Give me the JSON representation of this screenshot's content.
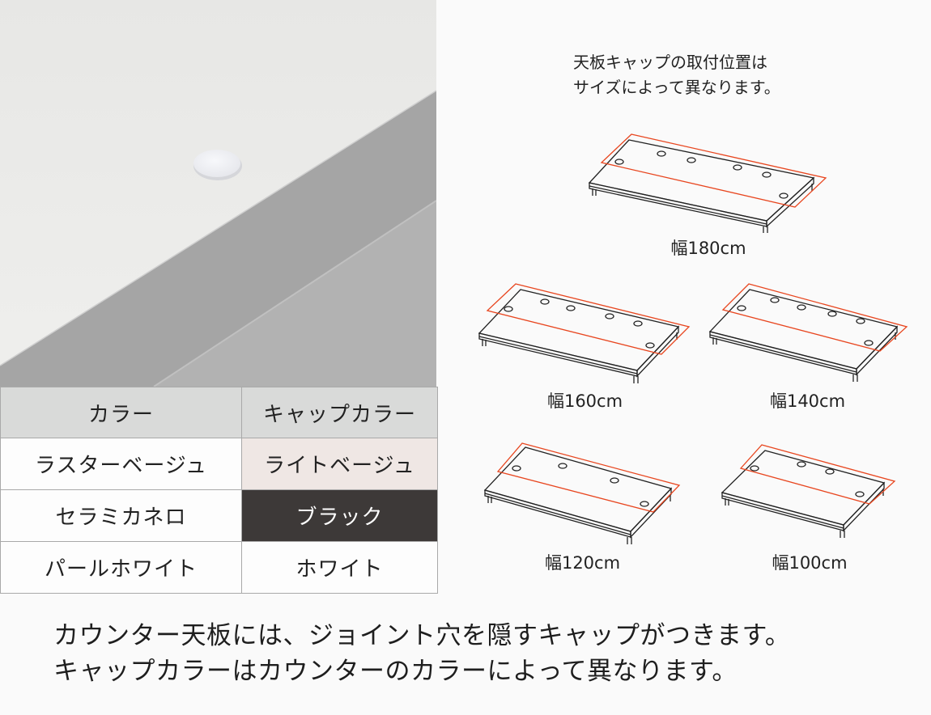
{
  "photo": {
    "alt": "天板キャップのクローズアップ写真",
    "colors": {
      "top": "#e9e9e7",
      "edge": "#a4a4a4",
      "lower": "#b5b5b5",
      "cap": "#f3f4f8"
    }
  },
  "color_table": {
    "headers": [
      "カラー",
      "キャップカラー"
    ],
    "rows": [
      {
        "color": "ラスターベージュ",
        "cap_color": "ライトベージュ",
        "cap_bg": "#efe7e4",
        "cap_fg": "#222222"
      },
      {
        "color": "セラミカネロ",
        "cap_color": "ブラック",
        "cap_bg": "#3d3938",
        "cap_fg": "#ffffff"
      },
      {
        "color": "パールホワイト",
        "cap_color": "ホワイト",
        "cap_bg": "#fdfdfd",
        "cap_fg": "#222222"
      }
    ]
  },
  "note": {
    "line1": "天板キャップの取付位置は",
    "line2": "サイズによって異なります。"
  },
  "diagrams": [
    {
      "label": "幅180cm",
      "caps": 6
    },
    {
      "label": "幅160cm",
      "caps": 6
    },
    {
      "label": "幅140cm",
      "caps": 6
    },
    {
      "label": "幅120cm",
      "caps": 4
    },
    {
      "label": "幅100cm",
      "caps": 4
    }
  ],
  "accent_color": "#e8461f",
  "caption": {
    "line1": "カウンター天板には、ジョイント穴を隠すキャップがつきます。",
    "line2": "キャップカラーはカウンターのカラーによって異なります。"
  }
}
